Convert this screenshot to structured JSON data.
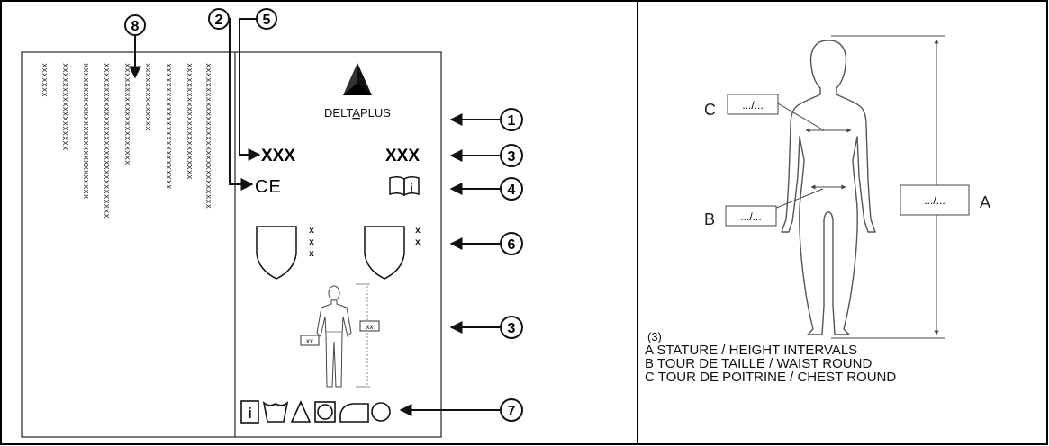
{
  "left_panel": {
    "callouts": [
      {
        "number": "8"
      },
      {
        "number": "2"
      },
      {
        "number": "5"
      },
      {
        "number": "1"
      },
      {
        "number": "3"
      },
      {
        "number": "4"
      },
      {
        "number": "6"
      },
      {
        "number": "3"
      },
      {
        "number": "7"
      }
    ],
    "text_columns": [
      "xxxxxxx",
      "xxxxxxxxxxxxxxxxxx",
      "xxxxxxxxxxxxxxxxxxxxxxxxxxxx",
      "xxxxxxxxxxxxxxxxxxxxxxxxxxxxxxxx",
      "xxxxxxxxxxxxxxxxxxxxx",
      "xxxxxxxxxxxxxx",
      "xxxxxxxxxxxxxxxxxxxxxxxxxx",
      "xxxxxxxxxxxxxxxxxxxxxxxx",
      "xxxxxxxxxxxxxxxxxxxxxxxxxxxxxx"
    ],
    "brand": {
      "prefix": "DELT",
      "accent": "A",
      "suffix": "PLUS"
    },
    "code_left": "XXX",
    "code_right": "XXX",
    "ce_mark": "CE",
    "shield_left_marks": [
      "x",
      "x",
      "x"
    ],
    "shield_right_marks": [
      "x",
      "x"
    ],
    "figure_labels": {
      "waist": "xx",
      "height": "xx"
    },
    "care_icons": [
      "info-icon",
      "washing-icon",
      "bleach-icon",
      "tumble-dry-icon",
      "iron-icon",
      "dry-clean-icon"
    ]
  },
  "right_panel": {
    "labels": {
      "c": "C",
      "b": "B",
      "a": "A"
    },
    "box_text": ".../...",
    "legend": {
      "ref": "(3)",
      "lines": [
        "A   STATURE  / HEIGHT INTERVALS",
        "B   TOUR DE TAILLE / WAIST ROUND",
        "C  TOUR DE POITRINE / CHEST ROUND"
      ]
    }
  },
  "colors": {
    "ink": "#111111",
    "border": "#000000",
    "dimension": "#555555"
  }
}
